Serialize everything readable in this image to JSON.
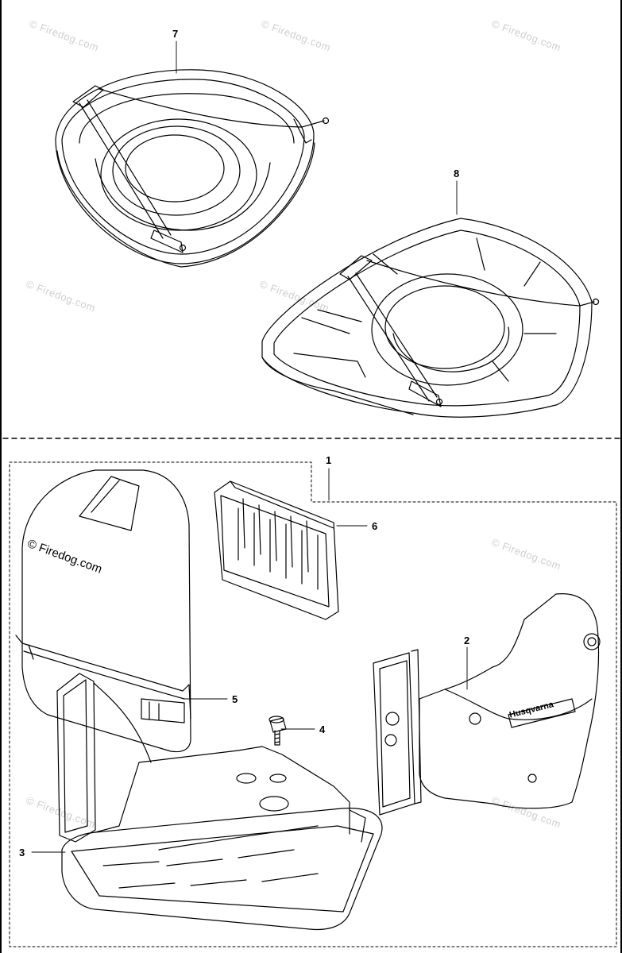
{
  "callouts": {
    "c1": "1",
    "c2": "2",
    "c3": "3",
    "c4": "4",
    "c5": "5",
    "c6": "6",
    "c7": "7",
    "c8": "8"
  },
  "watermark": "© Firedog.com",
  "brand_logo_text": "Husqvarna",
  "colors": {
    "line": "#000000",
    "watermark": "#cfcfcf"
  }
}
